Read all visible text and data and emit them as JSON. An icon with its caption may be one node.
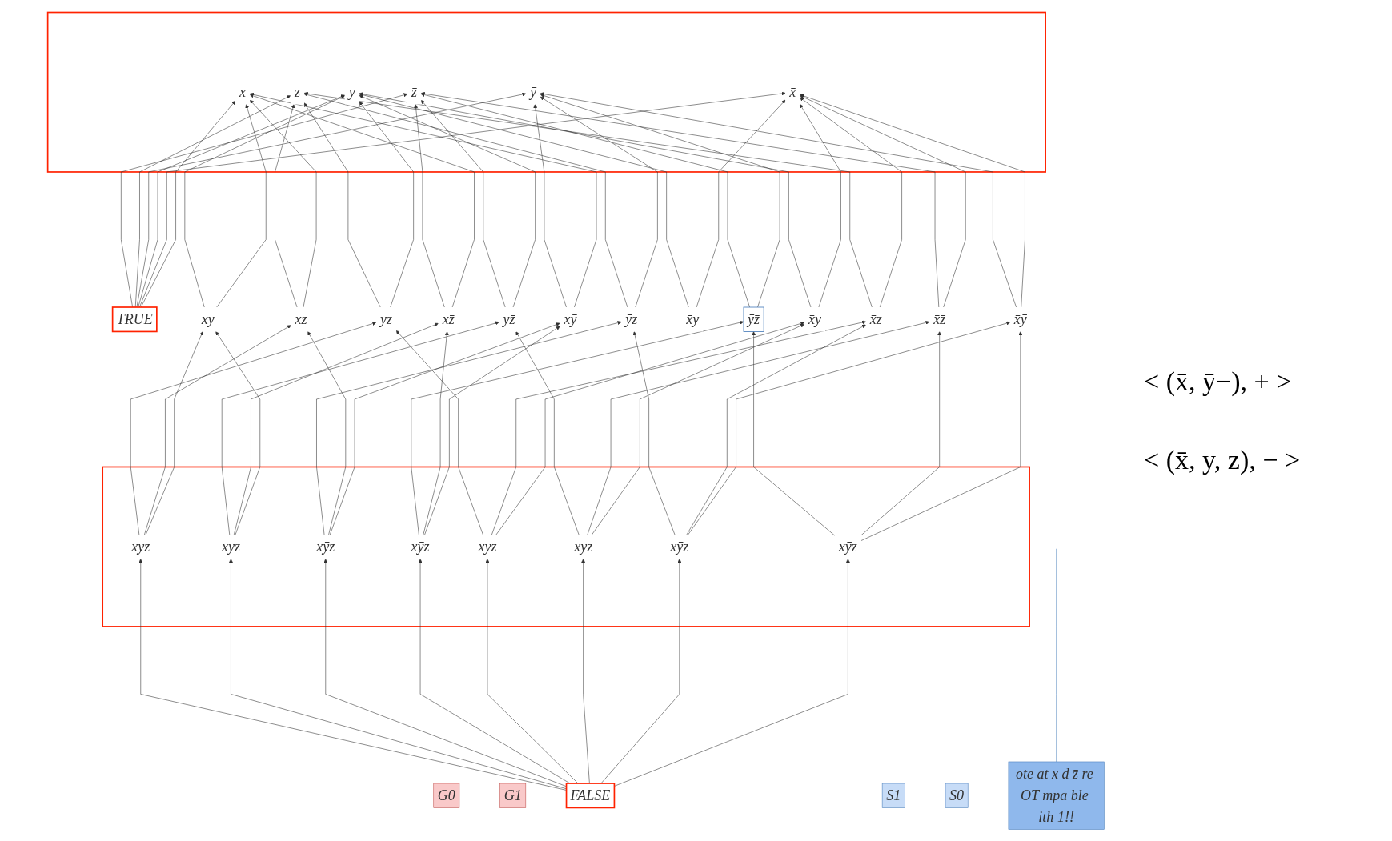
{
  "diagram": {
    "nodes": [
      {
        "text": [
          "G0"
        ]
      },
      {
        "text": [
          "TRUE"
        ]
      },
      {
        "text": [
          "G1"
        ]
      },
      {
        "text": [],
        "shape": "box"
      },
      {
        "text": [
          "x"
        ],
        "in": 3
      },
      {
        "text": [
          "x̄"
        ],
        "in": 3
      },
      {
        "text": [
          "y"
        ],
        "in": 3
      },
      {
        "text": [
          "ȳ"
        ],
        "in": 3
      },
      {
        "text": [
          "z"
        ],
        "in": 3
      },
      {
        "text": [
          "z̄"
        ],
        "in": 3
      },
      {
        "text": [
          "ote at x d z̄ re OT mpa ble ith 1!!"
        ]
      },
      {
        "text": [
          "x̄ȳ"
        ]
      },
      {
        "text": [
          "x̄z̄"
        ]
      },
      {
        "text": [
          "ȳz̄"
        ]
      },
      {
        "text": [
          "x̄z"
        ]
      },
      {
        "text": [
          "ȳz"
        ]
      },
      {
        "text": [
          "x̄y"
        ]
      },
      {
        "text": [
          "yz̄"
        ]
      },
      {
        "text": [
          "x̄y"
        ]
      },
      {
        "text": [
          "yz"
        ]
      },
      {
        "text": [
          "xȳ"
        ]
      },
      {
        "text": [
          "xz̄"
        ]
      },
      {
        "text": [
          "xy"
        ]
      },
      {
        "text": [
          "xz"
        ]
      },
      {
        "text": [],
        "shape": "box"
      },
      {
        "text": [
          "x̄ȳz̄"
        ],
        "in": 24
      },
      {
        "text": [
          "x̄ȳz"
        ],
        "in": 24
      },
      {
        "text": [
          "x̄yz̄"
        ],
        "in": 24
      },
      {
        "text": [
          "x̄yz"
        ],
        "in": 24
      },
      {
        "text": [
          "xȳz̄"
        ],
        "in": 24
      },
      {
        "text": [
          "xȳz"
        ],
        "in": 24
      },
      {
        "text": [
          "xyz̄"
        ],
        "in": 24
      },
      {
        "text": [
          "xyz"
        ],
        "in": 24
      },
      {
        "text": [
          "S1"
        ]
      },
      {
        "text": [
          "S0"
        ]
      },
      {
        "text": [
          "FALSE"
        ]
      }
    ],
    "edges": [
      {
        "from": 10,
        "to": null,
        "arrow": "none",
        "color": "#4a7ebb"
      },
      {
        "from": 1,
        "to": 4,
        "arrow": "to"
      },
      {
        "from": 1,
        "to": 5,
        "arrow": "to"
      },
      {
        "from": 1,
        "to": 6,
        "arrow": "to"
      },
      {
        "from": 1,
        "to": 7,
        "arrow": "to"
      },
      {
        "from": 1,
        "to": 8,
        "arrow": "to"
      },
      {
        "from": 1,
        "to": 9,
        "arrow": "to"
      },
      {
        "from": 11,
        "to": 5,
        "arrow": "to"
      },
      {
        "from": 11,
        "to": 7,
        "arrow": "to"
      },
      {
        "from": 12,
        "to": 5,
        "arrow": "to"
      },
      {
        "from": 12,
        "to": 9,
        "arrow": "to"
      },
      {
        "from": 13,
        "to": 7,
        "arrow": "to"
      },
      {
        "from": 13,
        "to": 9,
        "arrow": "to"
      },
      {
        "from": 14,
        "to": 5,
        "arrow": "to"
      },
      {
        "from": 14,
        "to": 8,
        "arrow": "to"
      },
      {
        "from": 15,
        "to": 7,
        "arrow": "to"
      },
      {
        "from": 15,
        "to": 8,
        "arrow": "to"
      },
      {
        "from": 16,
        "to": 5,
        "arrow": "to"
      },
      {
        "from": 16,
        "to": 6,
        "arrow": "to"
      },
      {
        "from": 17,
        "to": 6,
        "arrow": "to"
      },
      {
        "from": 17,
        "to": 9,
        "arrow": "to"
      },
      {
        "from": 18,
        "to": 5,
        "arrow": "to"
      },
      {
        "from": 18,
        "to": 6,
        "arrow": "to"
      },
      {
        "from": 19,
        "to": 6,
        "arrow": "to"
      },
      {
        "from": 19,
        "to": 8,
        "arrow": "to"
      },
      {
        "from": 20,
        "to": 4,
        "arrow": "to"
      },
      {
        "from": 20,
        "to": 7,
        "arrow": "to"
      },
      {
        "from": 21,
        "to": 4,
        "arrow": "to"
      },
      {
        "from": 21,
        "to": 9,
        "arrow": "to"
      },
      {
        "from": 22,
        "to": 4,
        "arrow": "to"
      },
      {
        "from": 22,
        "to": 6,
        "arrow": "to"
      },
      {
        "from": 23,
        "to": 4,
        "arrow": "to"
      },
      {
        "from": 23,
        "to": 8,
        "arrow": "to"
      },
      {
        "from": 25,
        "to": 11,
        "arrow": "to"
      },
      {
        "from": 25,
        "to": 12,
        "arrow": "to"
      },
      {
        "from": 25,
        "to": 13,
        "arrow": "to"
      },
      {
        "from": 26,
        "to": 11,
        "arrow": "to"
      },
      {
        "from": 26,
        "to": 14,
        "arrow": "to"
      },
      {
        "from": 26,
        "to": 15,
        "arrow": "to"
      },
      {
        "from": 27,
        "to": 16,
        "arrow": "to"
      },
      {
        "from": 27,
        "to": 12,
        "arrow": "to"
      },
      {
        "from": 27,
        "to": 17,
        "arrow": "to"
      },
      {
        "from": 28,
        "to": 16,
        "arrow": "to"
      },
      {
        "from": 28,
        "to": 14,
        "arrow": "to"
      },
      {
        "from": 28,
        "to": 19,
        "arrow": "to"
      },
      {
        "from": 29,
        "to": 20,
        "arrow": "to"
      },
      {
        "from": 29,
        "to": 21,
        "arrow": "to"
      },
      {
        "from": 29,
        "to": 13,
        "arrow": "to"
      },
      {
        "from": 30,
        "to": 20,
        "arrow": "to"
      },
      {
        "from": 30,
        "to": 23,
        "arrow": "to"
      },
      {
        "from": 30,
        "to": 15,
        "arrow": "to"
      },
      {
        "from": 31,
        "to": 22,
        "arrow": "to"
      },
      {
        "from": 31,
        "to": 21,
        "arrow": "to"
      },
      {
        "from": 31,
        "to": 17,
        "arrow": "to"
      },
      {
        "from": 32,
        "to": 22,
        "arrow": "to"
      },
      {
        "from": 32,
        "to": 23,
        "arrow": "to"
      },
      {
        "from": 32,
        "to": 19,
        "arrow": "to"
      },
      {
        "from": 35,
        "to": 25,
        "arrow": "to"
      },
      {
        "from": 35,
        "to": 26,
        "arrow": "to"
      },
      {
        "from": 35,
        "to": 27,
        "arrow": "to"
      },
      {
        "from": 35,
        "to": 28,
        "arrow": "to"
      },
      {
        "from": 35,
        "to": 29,
        "arrow": "to"
      },
      {
        "from": 35,
        "to": 30,
        "arrow": "to"
      },
      {
        "from": 35,
        "to": 31,
        "arrow": "to"
      },
      {
        "from": 35,
        "to": 32,
        "arrow": "to"
      }
    ],
    "labels": [
      "< (x̄, ȳ−), + >",
      "< (x̄, y, z), − >"
    ]
  }
}
